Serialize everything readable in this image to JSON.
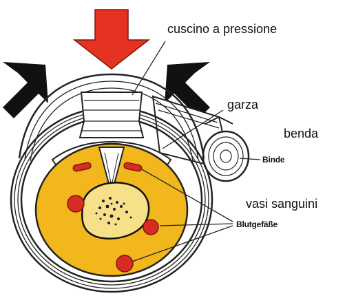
{
  "labels": {
    "pressure_pad": "cuscino a pressione",
    "gauze": "garza",
    "bandage": "benda",
    "blood_vessels": "vasi sanguini",
    "bandage_de": "Binde",
    "blood_vessels_de": "Blutgefäße"
  },
  "colors": {
    "arrow_main": "#e53222",
    "arrow_side": "#111111",
    "tissue": "#f2b71c",
    "vessel": "#d82b22",
    "nucleus": "#f7e08a",
    "outline": "#222222"
  },
  "icons": {
    "top_arrow": "down-arrow-icon",
    "left_arrow": "diagonal-arrow-icon",
    "right_arrow": "diagonal-arrow-icon"
  }
}
